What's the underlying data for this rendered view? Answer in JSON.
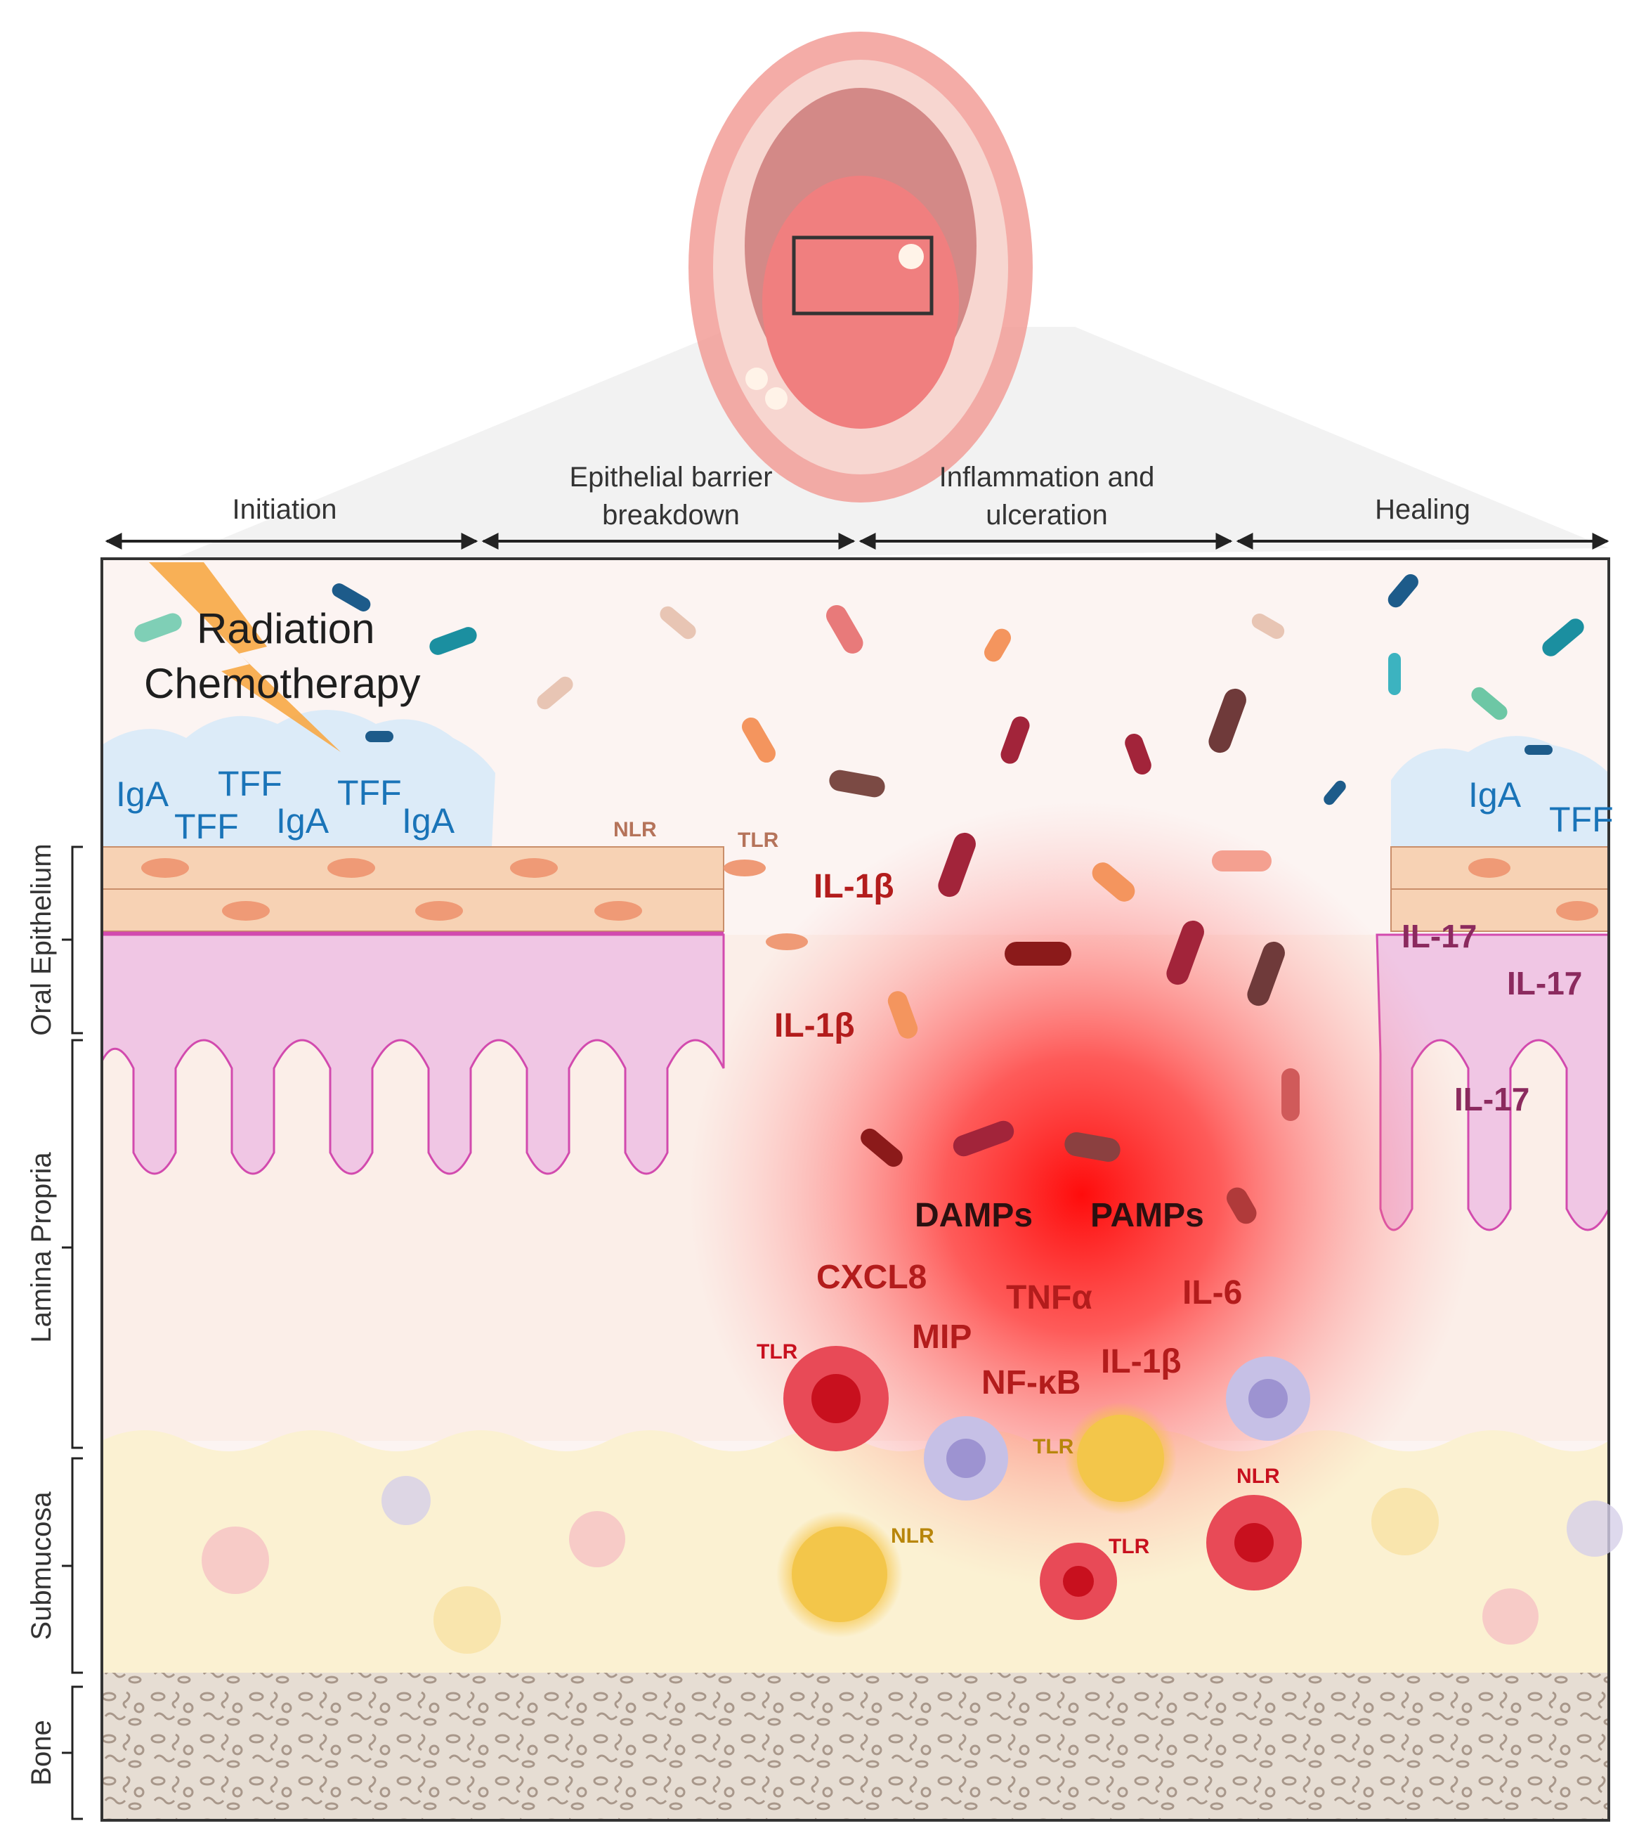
{
  "phases": {
    "initiation": "Initiation",
    "barrier_line1": "Epithelial barrier",
    "barrier_line2": "breakdown",
    "inflammation_line1": "Inflammation and",
    "inflammation_line2": "ulceration",
    "healing": "Healing"
  },
  "layers": {
    "oral_epithelium": "Oral Epithelium",
    "lamina_propria": "Lamina Propria",
    "submucosa": "Submucosa",
    "bone": "Bone"
  },
  "initiation": {
    "radiation": "Radiation",
    "chemotherapy": "Chemotherapy",
    "iga": "IgA",
    "tff": "TFF"
  },
  "barrier": {
    "nlr": "NLR",
    "tlr": "TLR"
  },
  "inflammation": {
    "il1b": "IL-1β",
    "damps": "DAMPs",
    "pamps": "PAMPs",
    "cxcl8": "CXCL8",
    "tnfa": "TNFα",
    "il6": "IL-6",
    "mip": "MIP",
    "nfkb": "NF-κB",
    "tlr": "TLR",
    "nlr": "NLR"
  },
  "healing": {
    "iga": "IgA",
    "tff": "TFF",
    "il17": "IL-17"
  },
  "colors": {
    "epithelium": "#f7d2b4",
    "lamina_propria": "#f0c6e4",
    "submucosa": "#fbf1d2",
    "bone": "#e6ddd3",
    "inflammation": "#ff1a1a",
    "mucus": "#dcebf8"
  }
}
